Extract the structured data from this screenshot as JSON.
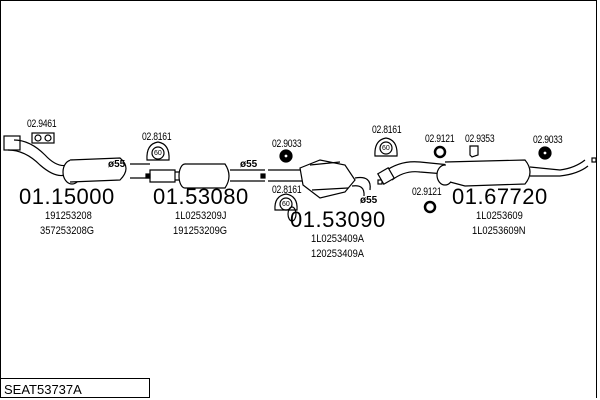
{
  "diagram_code": "SEAT53737A",
  "parts": [
    {
      "number": "01.15000",
      "oe_numbers": [
        "191253208",
        "357253208G"
      ],
      "diameter": "ø55"
    },
    {
      "number": "01.53080",
      "oe_numbers": [
        "1L0253209J",
        "191253209G"
      ],
      "diameter": "ø55"
    },
    {
      "number": "01.53090",
      "oe_numbers": [
        "1L0253409A",
        "120253409A"
      ],
      "diameter": "ø55"
    },
    {
      "number": "01.67720",
      "oe_numbers": [
        "1L0253609",
        "1L0253609N"
      ]
    }
  ],
  "accessories": {
    "gasket_front": "02.9461",
    "clamp_a": "02.8161",
    "hanger_a": "02.9033",
    "clamp_b": "02.8161",
    "clamp_c": "02.8161",
    "ring_a": "02.9121",
    "bracket": "02.9353",
    "hanger_b": "02.9033",
    "ring_b": "02.9121"
  },
  "clamp_size": "60"
}
